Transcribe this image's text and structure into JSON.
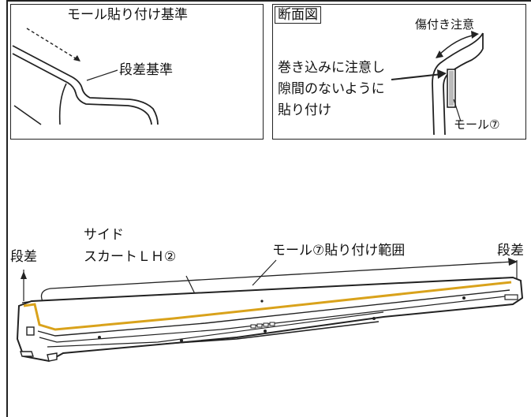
{
  "detail_left": {
    "title": "モール貼り付け基準",
    "step_label": "段差基準"
  },
  "detail_right": {
    "title": "断面図",
    "scratch_caution": "傷付き注意",
    "note_line1": "巻き込みに注意し",
    "note_line2": "隙間のないように",
    "note_line3": "貼り付け",
    "part_label": "モール⑦"
  },
  "main": {
    "part_name_line1": "サイド",
    "part_name_line2": "スカートＬＨ②",
    "range_label": "モール⑦貼り付け範囲",
    "step_left": "段差",
    "step_right": "段差"
  },
  "colors": {
    "molding": "#d9a21b",
    "ink": "#222222"
  }
}
